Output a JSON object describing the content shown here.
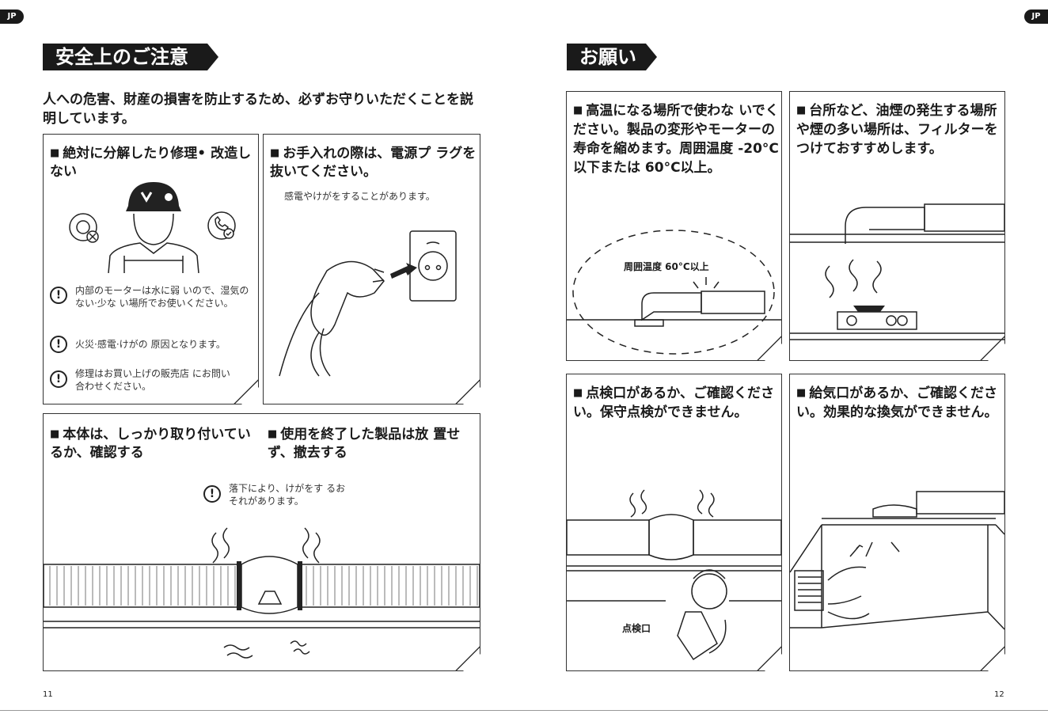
{
  "badges": {
    "left": "JP",
    "right": "JP"
  },
  "left_page": {
    "heading": "安全上のご注意",
    "lead": "人への危害、財産の損害を防止するため、必ずお守りいただくことを説明しています。",
    "panel1": {
      "title": "絶対に分解したり修理• 改造しない",
      "notes": [
        "内部のモーターは水に弱 いので、湿気のない·少な い場所でお使いください。",
        "火災·感電·けがの 原因となります。",
        "修理はお買い上げの販売店 にお問い合わせください。"
      ]
    },
    "panel2": {
      "title": "お手入れの際は、電源プ ラグを抜いてください。",
      "note": "感電やけがをすることがあります。"
    },
    "panel3": {
      "title_a": "本体は、しっかり取り付いているか、確認する",
      "title_b": "使用を終了した製品は放 置せず、撤去する",
      "note": "落下により、けがをす るお それがあります。"
    },
    "page_number": "11"
  },
  "right_page": {
    "heading": "お願い",
    "panel1": {
      "title": "高温になる場所で使わな いでください。製品の変形やモーターの寿命を縮めます。周囲温度 -20°C以下または 60°C以上。",
      "label": "周囲温度 60°C以上"
    },
    "panel2": {
      "title": "台所など、油煙の発生する場所や煙の多い場所は、フィルターをつけておすすめします。"
    },
    "panel3": {
      "title": "点検口があるか、ご確認ください。保守点検ができません。",
      "label": "点検口"
    },
    "panel4": {
      "title": "給気口があるか、ご確認ください。効果的な換気ができません。"
    },
    "page_number": "12"
  },
  "warn_symbol": "!",
  "bullet": "■"
}
